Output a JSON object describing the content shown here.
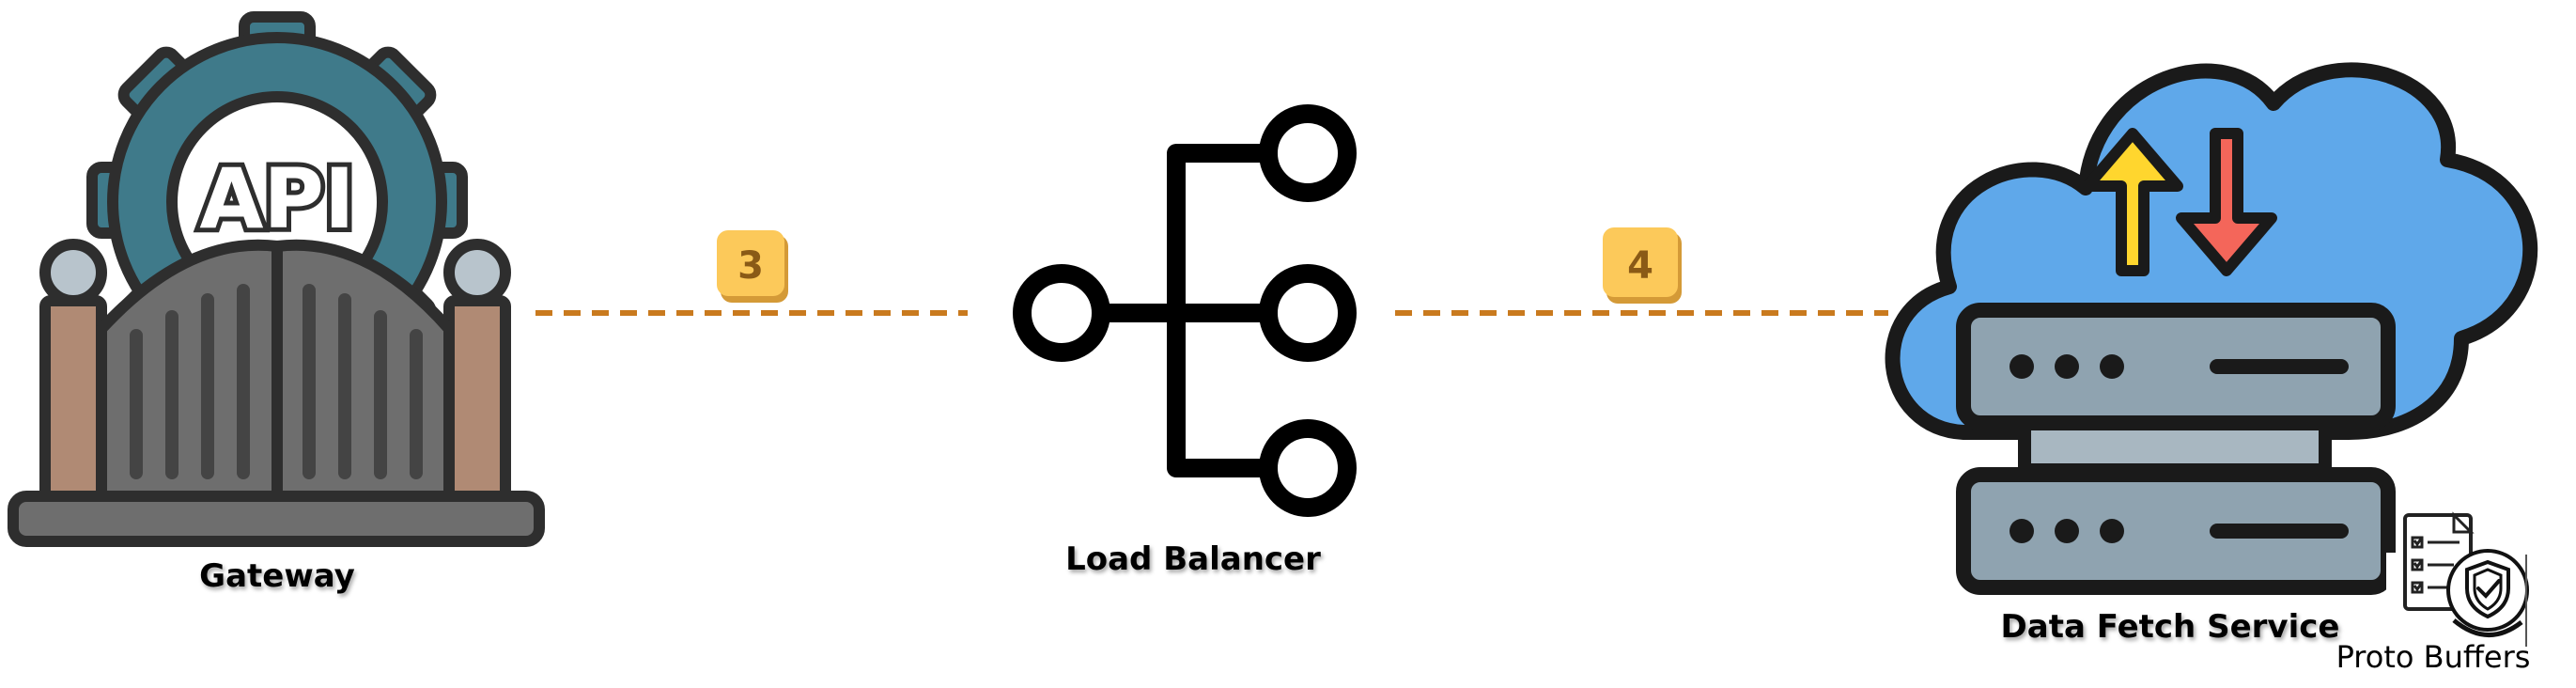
{
  "nodes": {
    "gateway": {
      "label": "Gateway",
      "icon": "api-gateway-icon",
      "icon_text": "API"
    },
    "load_balancer": {
      "label": "Load Balancer",
      "icon": "load-balancer-icon"
    },
    "data_fetch_service": {
      "label": "Data Fetch Service",
      "icon": "cloud-server-icon"
    },
    "proto_buffers": {
      "label": "Proto Buffers",
      "icon": "secure-document-icon"
    }
  },
  "edges": [
    {
      "from": "gateway",
      "to": "load_balancer",
      "step": "3"
    },
    {
      "from": "load_balancer",
      "to": "data_fetch_service",
      "step": "4"
    }
  ],
  "colors": {
    "connector": "#c97a1e",
    "badge_fill": "#fcc95a",
    "badge_text": "#8a5a16",
    "gear": "#3f7a8a",
    "gate_pillar": "#b08a74",
    "gate_body": "#6e6e6e",
    "cloud": "#5fa8ea",
    "server": "#8fa3b0",
    "arrow_up": "#ffd62e",
    "arrow_down": "#f4665a",
    "outline": "#2e2e2e"
  }
}
